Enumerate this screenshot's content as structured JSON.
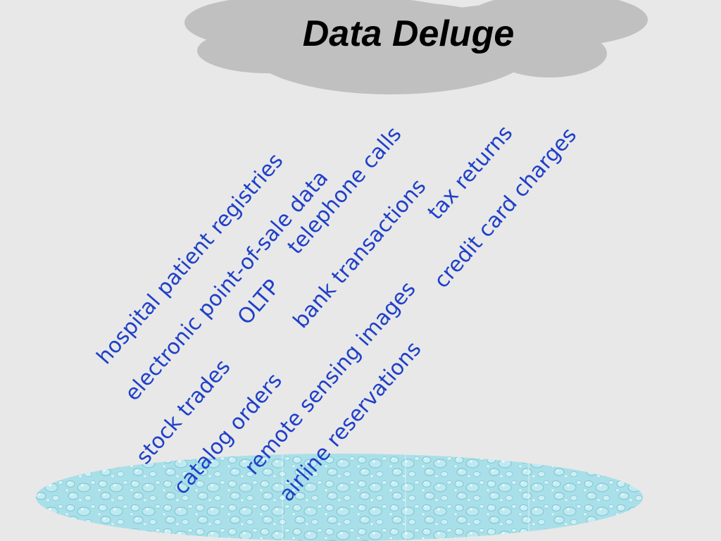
{
  "title": "Data Deluge",
  "colors": {
    "background": "#e8e8e8",
    "cloud": "#c0c0c0",
    "term_text": "#1f40c8",
    "puddle": "#a9dfe8"
  },
  "icons": {
    "cloud": "cloud-icon",
    "puddle": "water-puddle-icon"
  },
  "terms": [
    "hospital patient registries",
    "electronic point-of-sale data",
    "telephone calls",
    "OLTP",
    "stock trades",
    "bank transactions",
    "tax returns",
    "catalog orders",
    "remote sensing images",
    "credit card charges",
    "airline reservations"
  ]
}
